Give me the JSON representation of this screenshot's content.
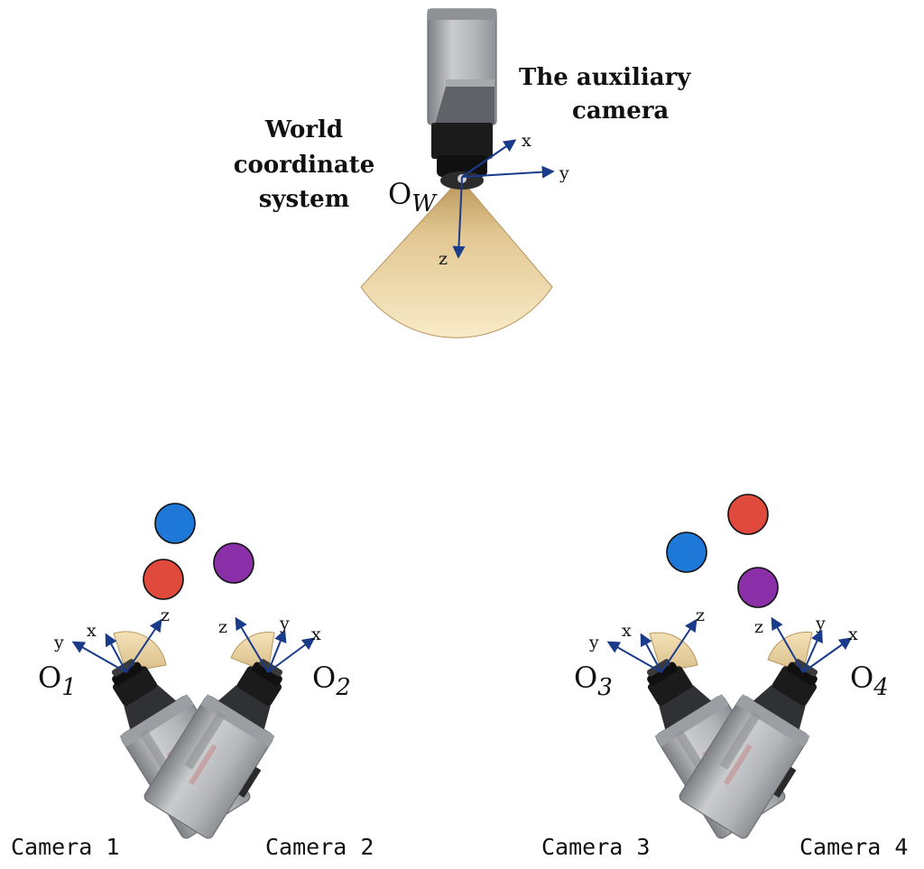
{
  "auxiliary": {
    "label_line1": "The auxiliary",
    "label_line2": "camera",
    "world_line1": "World",
    "world_line2": "coordinate",
    "world_line3": "system",
    "origin_main": "O",
    "origin_sub": "W",
    "axes": {
      "x": "x",
      "y": "y",
      "z": "z"
    }
  },
  "cameras": [
    {
      "name": "Camera 1",
      "origin_main": "O",
      "origin_sub": "1",
      "axes": {
        "x": "x",
        "y": "y",
        "z": "z"
      }
    },
    {
      "name": "Camera 2",
      "origin_main": "O",
      "origin_sub": "2",
      "axes": {
        "x": "x",
        "y": "y",
        "z": "z"
      }
    },
    {
      "name": "Camera 3",
      "origin_main": "O",
      "origin_sub": "3",
      "axes": {
        "x": "x",
        "y": "y",
        "z": "z"
      }
    },
    {
      "name": "Camera 4",
      "origin_main": "O",
      "origin_sub": "4",
      "axes": {
        "x": "x",
        "y": "y",
        "z": "z"
      }
    }
  ],
  "colors": {
    "axis_blue": "#1a3a8a",
    "fov_light": "#f6e3b6",
    "fov_dark": "#c2a06a",
    "marker_blue": "#1e78d8",
    "marker_red": "#df4a3c",
    "marker_purple": "#8a2fa8",
    "camera_body": "#a9acaf",
    "camera_lens": "#1b1b1b"
  }
}
